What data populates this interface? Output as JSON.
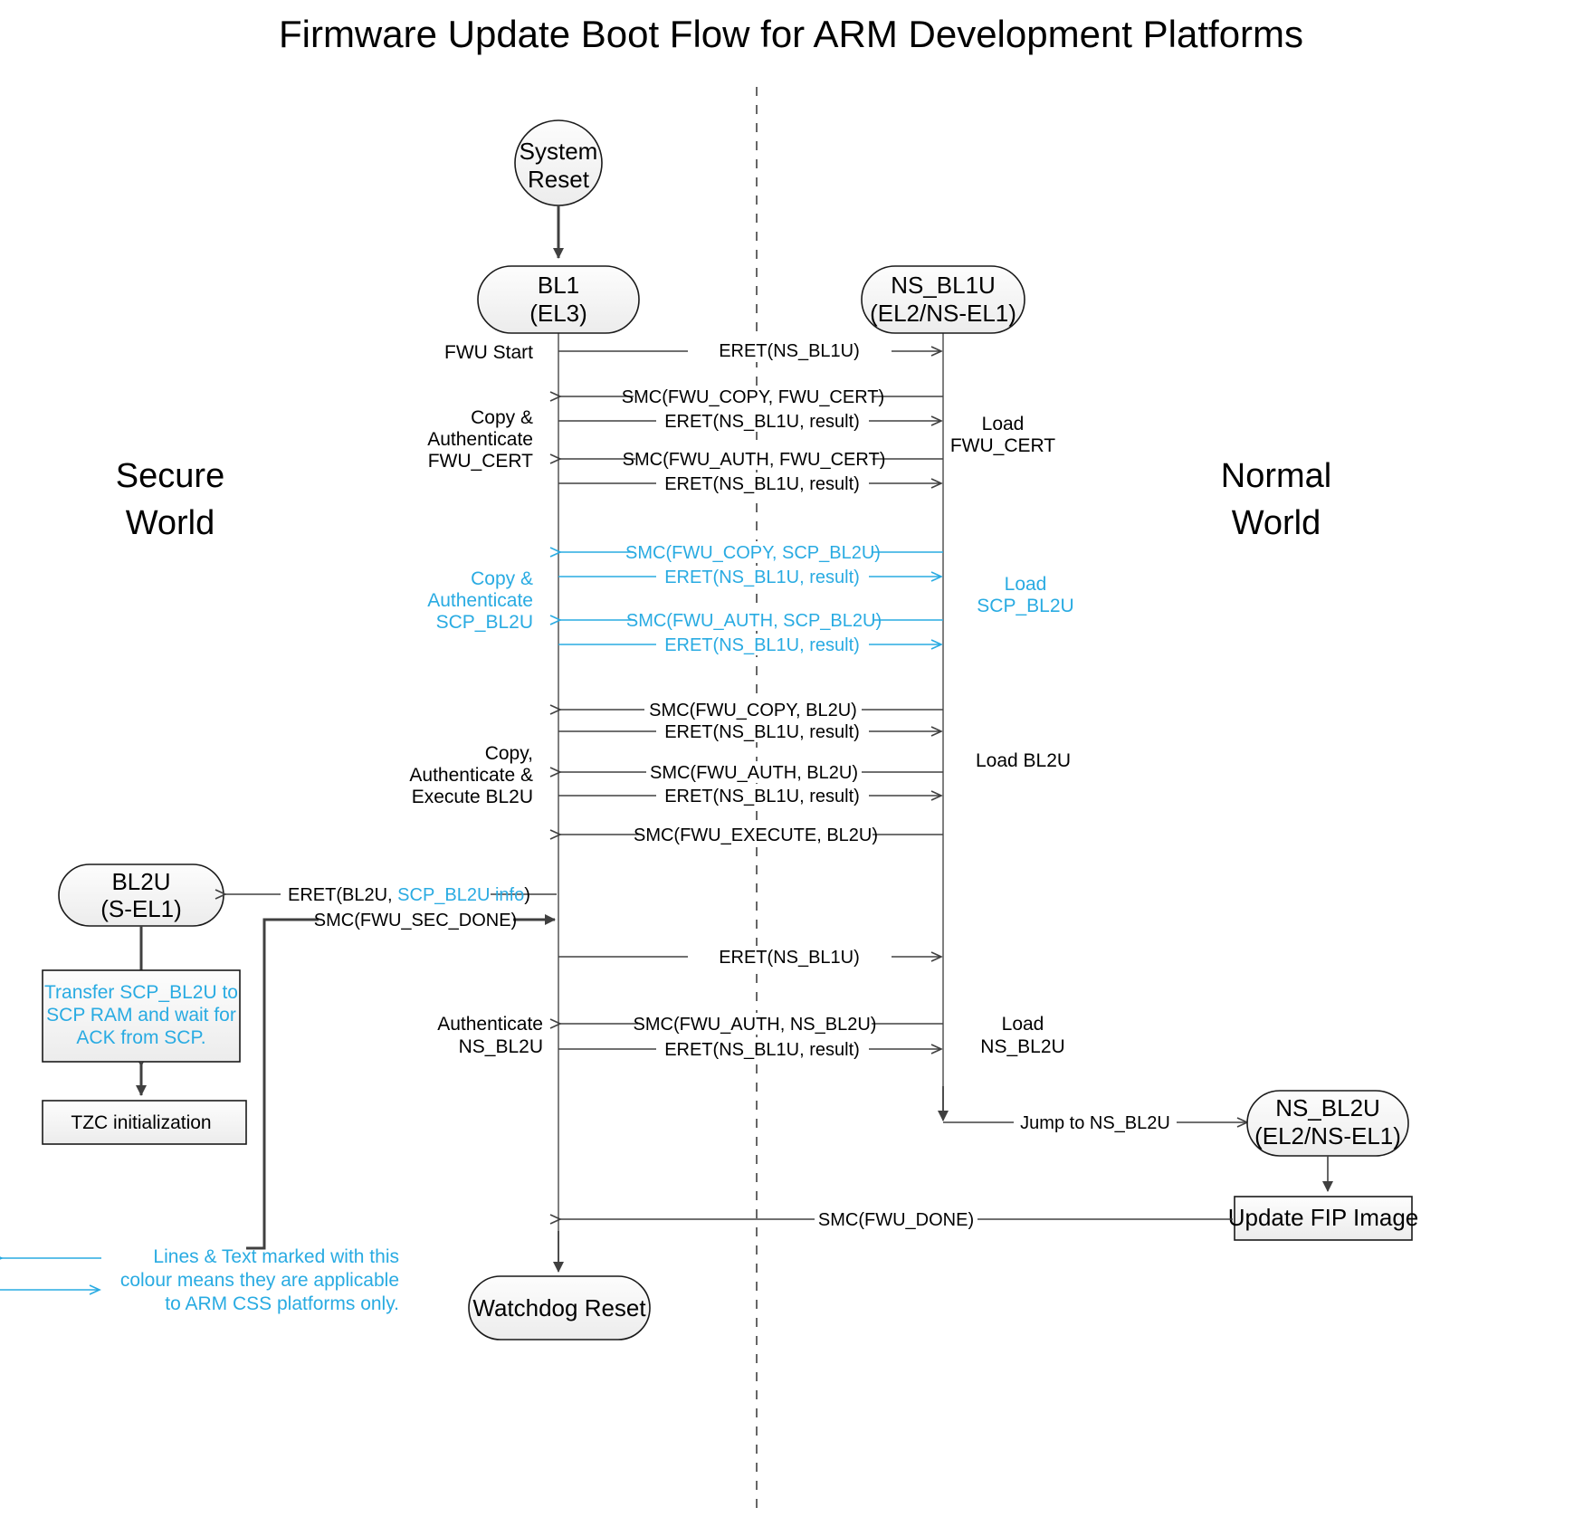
{
  "title": "Firmware Update Boot Flow for ARM Development Platforms",
  "colors": {
    "cyan": "#29ABE2",
    "line": "#404040",
    "lifeline": "#7f7f7f",
    "text": "#000000",
    "node_fill": "#f3f3f3"
  },
  "worlds": {
    "secure_line1": "Secure",
    "secure_line2": "World",
    "normal_line1": "Normal",
    "normal_line2": "World"
  },
  "nodes": {
    "system_reset_line1": "System",
    "system_reset_line2": "Reset",
    "bl1_line1": "BL1",
    "bl1_line2": "(EL3)",
    "ns_bl1u_line1": "NS_BL1U",
    "ns_bl1u_line2": "(EL2/NS-EL1)",
    "bl2u_line1": "BL2U",
    "bl2u_line2": "(S-EL1)",
    "ns_bl2u_line1": "NS_BL2U",
    "ns_bl2u_line2": "(EL2/NS-EL1)",
    "watchdog_reset": "Watchdog Reset",
    "transfer_box_line1": "Transfer SCP_BL2U to",
    "transfer_box_line2": "SCP RAM and wait for",
    "transfer_box_line3": "ACK from SCP.",
    "tzc_box": "TZC initialization",
    "update_fip_box": "Update FIP Image"
  },
  "messages": [
    {
      "id": "m1",
      "text": "ERET(NS_BL1U)",
      "dir": "right",
      "cyan": false
    },
    {
      "id": "m2",
      "text": "SMC(FWU_COPY, FWU_CERT)",
      "dir": "left",
      "cyan": false
    },
    {
      "id": "m3",
      "text": "ERET(NS_BL1U, result)",
      "dir": "right",
      "cyan": false
    },
    {
      "id": "m4",
      "text": "SMC(FWU_AUTH, FWU_CERT)",
      "dir": "left",
      "cyan": false
    },
    {
      "id": "m5",
      "text": "ERET(NS_BL1U, result)",
      "dir": "right",
      "cyan": false
    },
    {
      "id": "m6",
      "text": "SMC(FWU_COPY, SCP_BL2U)",
      "dir": "left",
      "cyan": true
    },
    {
      "id": "m7",
      "text": "ERET(NS_BL1U, result)",
      "dir": "right",
      "cyan": true
    },
    {
      "id": "m8",
      "text": "SMC(FWU_AUTH, SCP_BL2U)",
      "dir": "left",
      "cyan": true
    },
    {
      "id": "m9",
      "text": "ERET(NS_BL1U, result)",
      "dir": "right",
      "cyan": true
    },
    {
      "id": "m10",
      "text": "SMC(FWU_COPY, BL2U)",
      "dir": "left",
      "cyan": false
    },
    {
      "id": "m11",
      "text": "ERET(NS_BL1U, result)",
      "dir": "right",
      "cyan": false
    },
    {
      "id": "m12",
      "text": "SMC(FWU_AUTH, BL2U)",
      "dir": "left",
      "cyan": false
    },
    {
      "id": "m13",
      "text": "ERET(NS_BL1U, result)",
      "dir": "right",
      "cyan": false
    },
    {
      "id": "m14",
      "text": "SMC(FWU_EXECUTE, BL2U)",
      "dir": "left",
      "cyan": false
    },
    {
      "id": "m15",
      "text": "ERET(NS_BL1U)",
      "dir": "right",
      "cyan": false
    },
    {
      "id": "m16",
      "text": "SMC(FWU_AUTH, NS_BL2U)",
      "dir": "left",
      "cyan": false
    },
    {
      "id": "m17",
      "text": "ERET(NS_BL1U, result)",
      "dir": "right",
      "cyan": false
    }
  ],
  "eret_bl2u": {
    "prefix": "ERET(BL2U, ",
    "cyan_part": "SCP_BL2U info",
    "suffix": ")"
  },
  "smc_sec_done": "SMC(FWU_SEC_DONE)",
  "jump_to_ns_bl2u": "Jump to NS_BL2U",
  "smc_fwu_done": "SMC(FWU_DONE)",
  "left_annotations": {
    "fwu_start": "FWU Start",
    "copy_auth_cert_1": "Copy &",
    "copy_auth_cert_2": "Authenticate",
    "copy_auth_cert_3": "FWU_CERT",
    "copy_auth_scp_1": "Copy &",
    "copy_auth_scp_2": "Authenticate",
    "copy_auth_scp_3": "SCP_BL2U",
    "copy_auth_exec_1": "Copy,",
    "copy_auth_exec_2": "Authenticate &",
    "copy_auth_exec_3": "Execute BL2U",
    "auth_ns_bl2u_1": "Authenticate",
    "auth_ns_bl2u_2": "NS_BL2U"
  },
  "right_annotations": {
    "load_fwu_cert_1": "Load",
    "load_fwu_cert_2": "FWU_CERT",
    "load_scp_bl2u_1": "Load",
    "load_scp_bl2u_2": "SCP_BL2U",
    "load_bl2u": "Load BL2U",
    "load_ns_bl2u_1": "Load",
    "load_ns_bl2u_2": "NS_BL2U"
  },
  "legend": {
    "line1": "Lines & Text marked with this",
    "line2": "colour means they are applicable",
    "line3": "to ARM CSS platforms only."
  }
}
